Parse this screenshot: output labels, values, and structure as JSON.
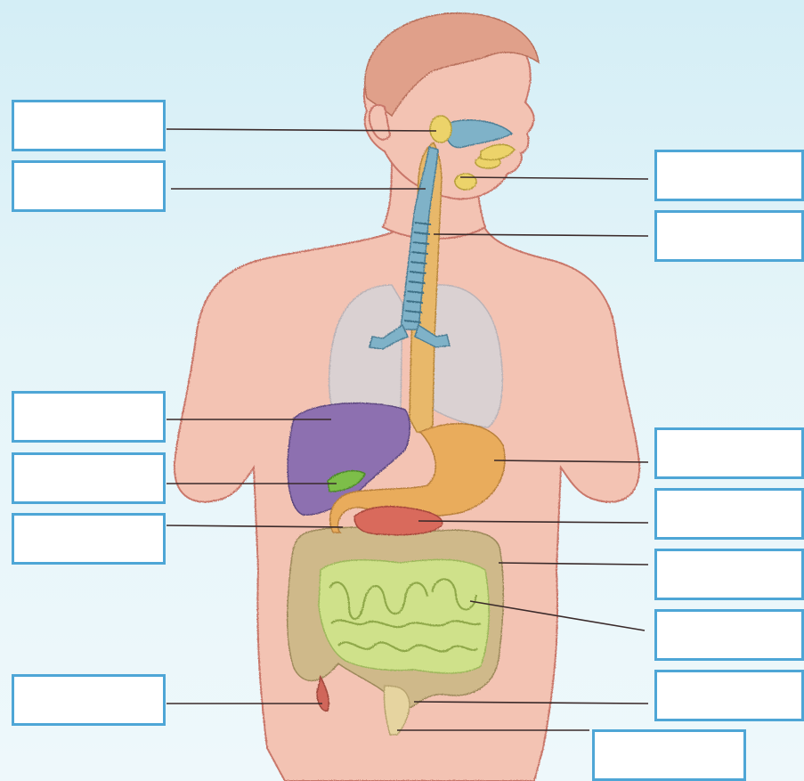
{
  "diagram": {
    "colors": {
      "background": "#dcf1f7",
      "label_box_border": "#4ea6d6",
      "leader_line": "#3a2a2a",
      "skin": "#f3c3b3",
      "skin_outline": "#c9776a",
      "hair": "#e0a08a",
      "lungs": "#d2d6dc",
      "trachea": "#7fb2c8",
      "esophagus": "#e8b86a",
      "liver": "#8d6fb0",
      "gallbladder": "#7dbe4a",
      "stomach": "#e9ac5c",
      "pancreas": "#d96b5c",
      "large_intestine": "#cfb98a",
      "small_intestine": "#cfe18a",
      "appendix": "#d0665a",
      "rectum": "#e6d4a0",
      "salivary_gland": "#ecd36a"
    },
    "organs": [
      "head",
      "torso",
      "lungs",
      "trachea",
      "esophagus",
      "salivary-glands",
      "liver",
      "gallbladder",
      "stomach",
      "pancreas",
      "large-intestine",
      "small-intestine",
      "appendix",
      "rectum",
      "anus"
    ],
    "label_boxes": [
      {
        "id": "box-left-1",
        "text": ""
      },
      {
        "id": "box-left-2",
        "text": ""
      },
      {
        "id": "box-left-3",
        "text": ""
      },
      {
        "id": "box-left-4",
        "text": ""
      },
      {
        "id": "box-left-5",
        "text": ""
      },
      {
        "id": "box-left-6",
        "text": ""
      },
      {
        "id": "box-right-1",
        "text": ""
      },
      {
        "id": "box-right-2",
        "text": ""
      },
      {
        "id": "box-right-3",
        "text": ""
      },
      {
        "id": "box-right-4",
        "text": ""
      },
      {
        "id": "box-right-5",
        "text": ""
      },
      {
        "id": "box-right-6",
        "text": ""
      },
      {
        "id": "box-right-7",
        "text": ""
      },
      {
        "id": "box-right-8",
        "text": ""
      }
    ]
  }
}
